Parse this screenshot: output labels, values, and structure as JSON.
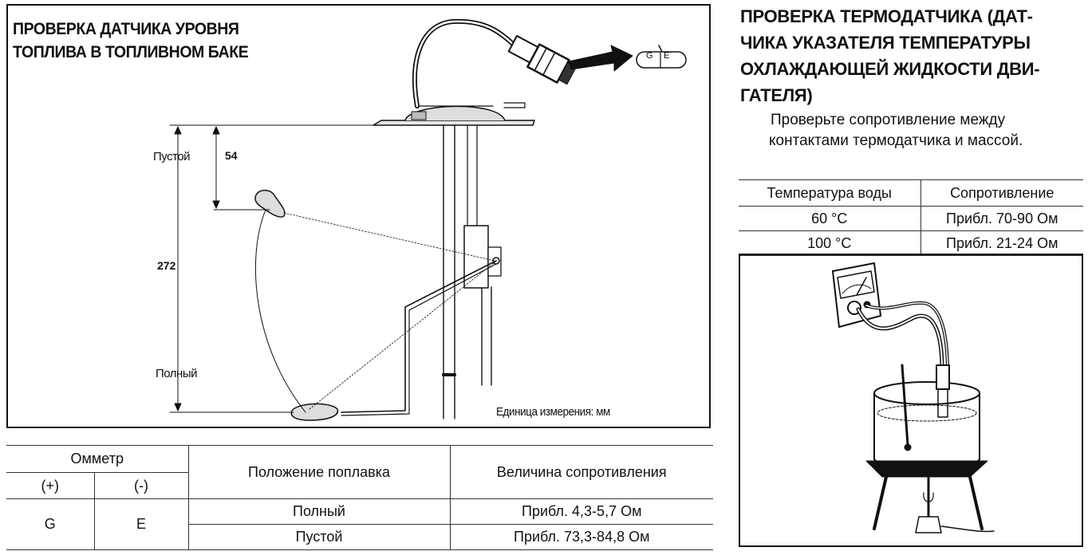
{
  "fuel_sensor": {
    "title_line1": "ПРОВЕРКА ДАТЧИКА УРОВНЯ",
    "title_line2": "ТОПЛИВА В ТОПЛИВНОМ БАКЕ",
    "label_empty": "Пустой",
    "label_full": "Полный",
    "dim_54": "54",
    "dim_272": "272",
    "unit_label": "Единица измерения: мм",
    "connector_g": "G",
    "connector_e": "E",
    "table": {
      "ohmmeter": "Омметр",
      "plus": "(+)",
      "minus": "(-)",
      "float_position": "Положение поплавка",
      "resistance": "Величина сопротивления",
      "g": "G",
      "e": "E",
      "rows": [
        {
          "position": "Полный",
          "value": "Прибл. 4,3-5,7 Ом"
        },
        {
          "position": "Пустой",
          "value": "Прибл. 73,3-84,8 Ом"
        }
      ]
    }
  },
  "thermo_sensor": {
    "title_line1": "ПРОВЕРКА ТЕРМОДАТЧИКА (ДАТ-",
    "title_line2": "ЧИКА УКАЗАТЕЛЯ ТЕМПЕРАТУРЫ",
    "title_line3": "ОХЛАЖДАЮЩЕЙ ЖИДКОСТИ ДВИ-",
    "title_line4": "ГАТЕЛЯ)",
    "text_line1": "Проверьте сопротивление между",
    "text_line2": "контактами термодатчика и массой.",
    "table": {
      "col1": "Температура воды",
      "col2": "Сопротивление",
      "rows": [
        {
          "temp": "60 °C",
          "value": "Прибл. 70-90 Ом"
        },
        {
          "temp": "100 °C",
          "value": "Прибл. 21-24 Ом"
        }
      ]
    }
  }
}
